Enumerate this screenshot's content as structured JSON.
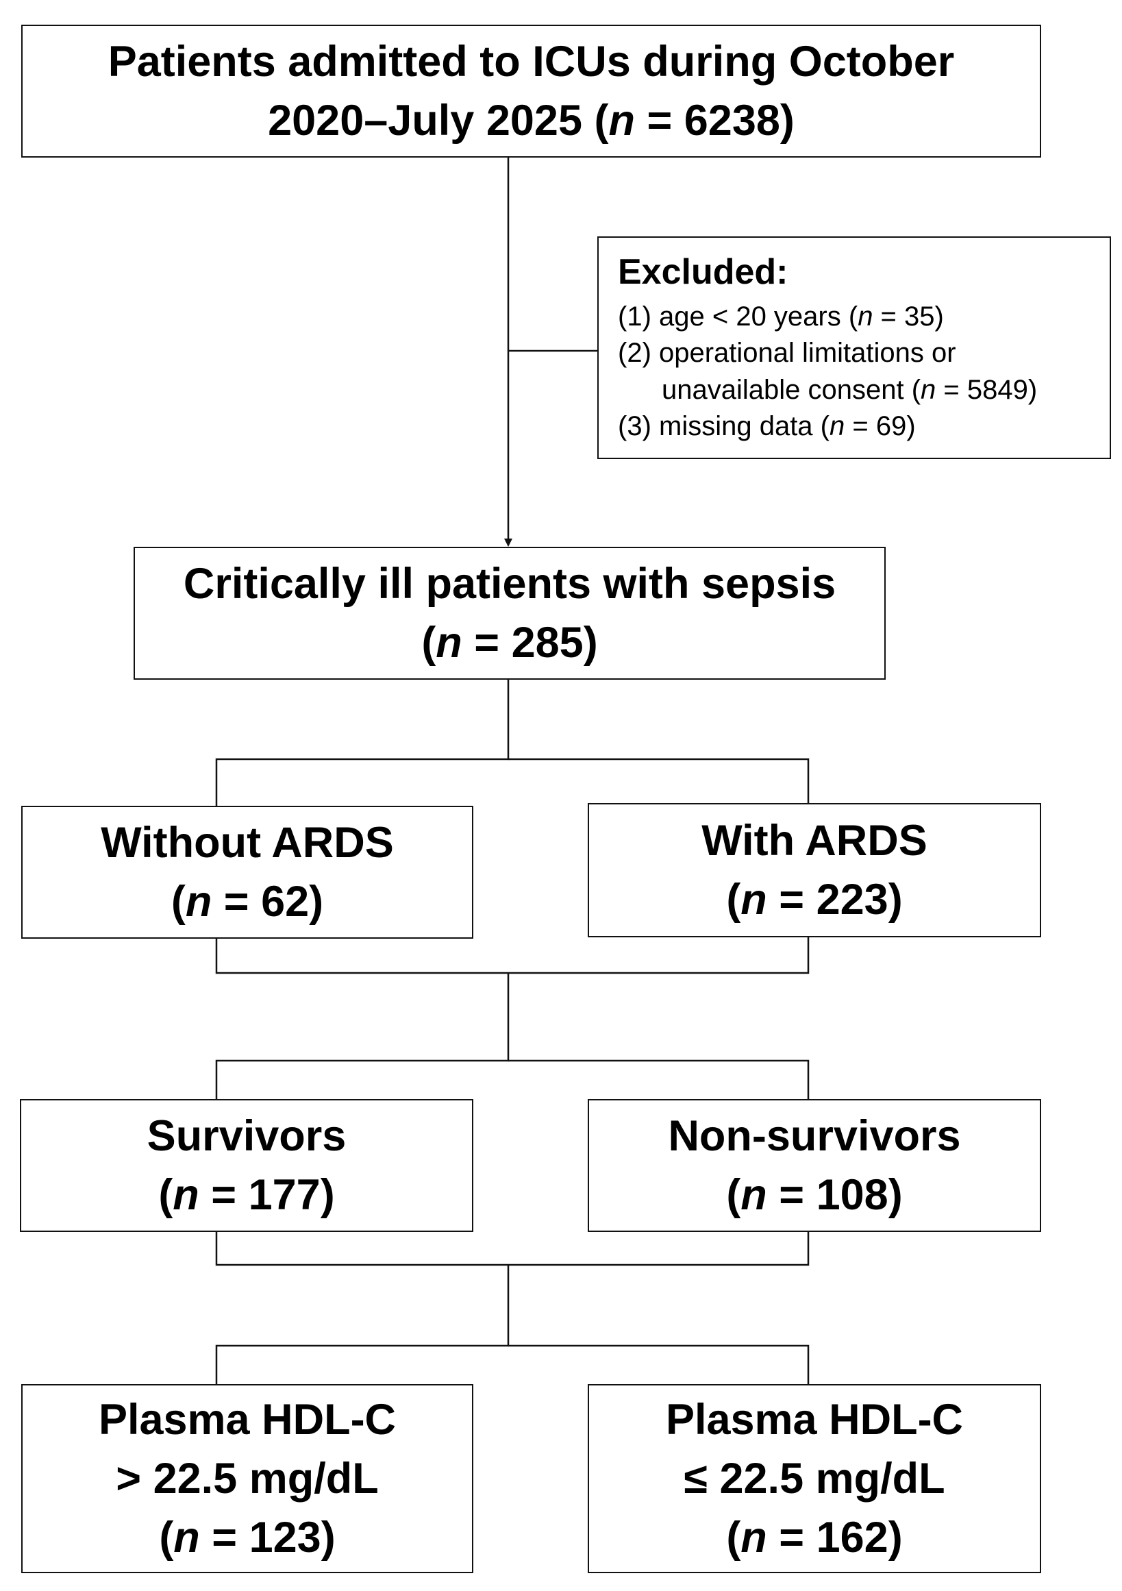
{
  "top": {
    "line1": "Patients admitted to ICUs during October",
    "line2_a": "2020–July 2025 (",
    "line2_n": "n",
    "line2_b": " = 6238)"
  },
  "excluded": {
    "title": "Excluded:",
    "item1_a": "(1) age < 20 years (",
    "item1_n": "n",
    "item1_b": " = 35)",
    "item2_line1": "(2) operational limitations or",
    "item2_line2_a": "unavailable consent (",
    "item2_line2_n": "n",
    "item2_line2_b": " = 5849)",
    "item3_a": "(3) missing data (",
    "item3_n": "n",
    "item3_b": " = 69)"
  },
  "sepsis": {
    "line1": "Critically ill patients with sepsis",
    "line2_a": "(",
    "line2_n": "n",
    "line2_b": " = 285)"
  },
  "without_ards": {
    "line1": "Without ARDS",
    "line2_a": "(",
    "line2_n": "n",
    "line2_b": " = 62)"
  },
  "with_ards": {
    "line1": "With ARDS",
    "line2_a": "(",
    "line2_n": "n",
    "line2_b": " = 223)"
  },
  "survivors": {
    "line1": "Survivors",
    "line2_a": "(",
    "line2_n": "n",
    "line2_b": " = 177)"
  },
  "non_survivors": {
    "line1": "Non-survivors",
    "line2_a": "(",
    "line2_n": "n",
    "line2_b": " = 108)"
  },
  "hdl_high": {
    "line1": "Plasma HDL-C",
    "line2": "> 22.5 mg/dL",
    "line3_a": "(",
    "line3_n": "n",
    "line3_b": " = 123)"
  },
  "hdl_low": {
    "line1": "Plasma HDL-C",
    "line2": "≤ 22.5 mg/dL",
    "line3_a": "(",
    "line3_n": "n",
    "line3_b": " = 162)"
  }
}
